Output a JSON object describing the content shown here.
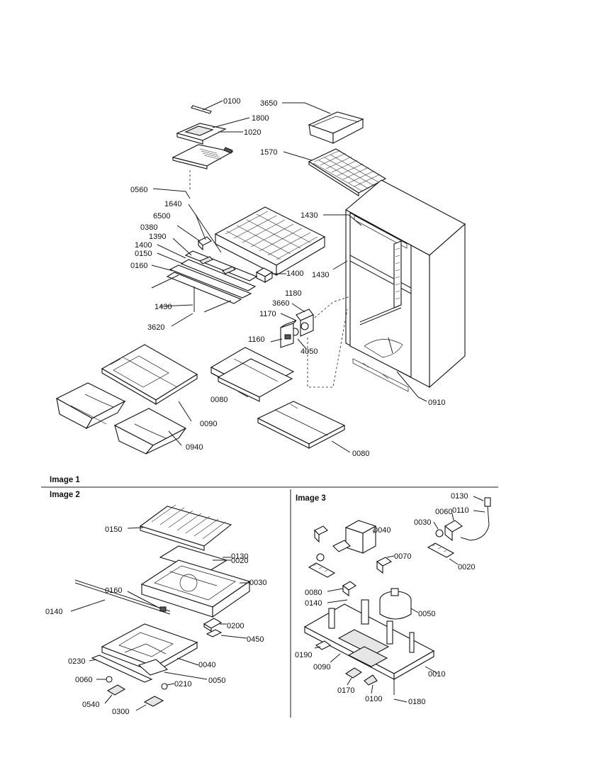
{
  "panels": {
    "image1": {
      "title": "Image 1"
    },
    "image2": {
      "title": "Image 2"
    },
    "image3": {
      "title": "Image 3"
    }
  },
  "callouts": {
    "img1": {
      "c0100": "0100",
      "c1800": "1800",
      "c1020": "1020",
      "c3650": "3650",
      "c1570": "1570",
      "c0560": "0560",
      "c1640": "1640",
      "c6500": "6500",
      "c0380": "0380",
      "c1390": "1390",
      "c1400a": "1400",
      "c0150": "0150",
      "c0160": "0160",
      "c1400b": "1400",
      "c1430a": "1430",
      "c1430b": "1430",
      "c1430c": "1430",
      "c3620": "3620",
      "c1180": "1180",
      "c3660": "3660",
      "c1170": "1170",
      "c1160": "1160",
      "c4050": "4050",
      "c0080a": "0080",
      "c0090": "0090",
      "c0940": "0940",
      "c0080b": "0080",
      "c0910": "0910"
    },
    "img2": {
      "c0150": "0150",
      "c0020": "0020",
      "c0130": "0130",
      "c0160": "0160",
      "c0030": "0030",
      "c0140": "0140",
      "c0200": "0200",
      "c0450": "0450",
      "c0230": "0230",
      "c0040": "0040",
      "c0060": "0060",
      "c0050": "0050",
      "c0210": "0210",
      "c0540": "0540",
      "c0300": "0300"
    },
    "img3": {
      "c0130": "0130",
      "c0110": "0110",
      "c0060": "0060",
      "c0030": "0030",
      "c0040": "0040",
      "c0070": "0070",
      "c0020": "0020",
      "c0080": "0080",
      "c0140": "0140",
      "c0050": "0050",
      "c0190": "0190",
      "c0090": "0090",
      "c0010": "0010",
      "c0170": "0170",
      "c0100": "0100",
      "c0180": "0180"
    }
  }
}
